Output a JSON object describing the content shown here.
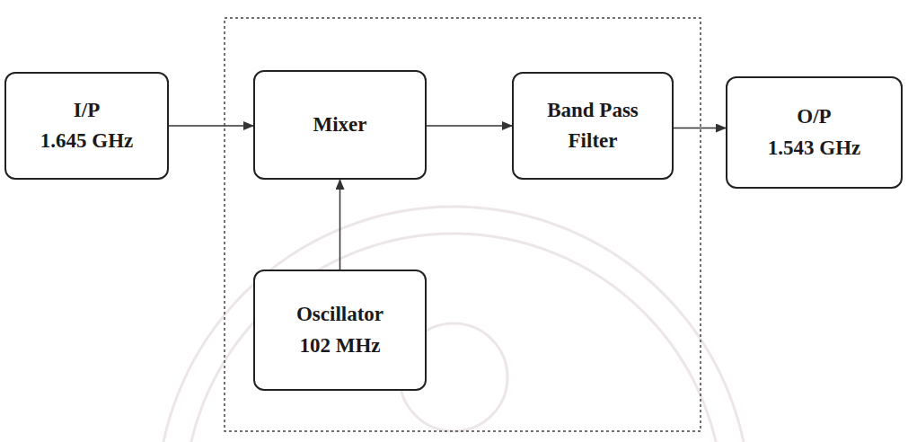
{
  "diagram": {
    "nodes": [
      {
        "text": [
          "I/P",
          "1.645 GHz"
        ]
      },
      {
        "text": [
          "Mixer"
        ]
      },
      {
        "text": [
          "Band Pass Filter"
        ]
      },
      {
        "text": [
          "O/P",
          "1.543 GHz"
        ]
      },
      {
        "text": [
          "Oscillator",
          "102 MHz"
        ]
      }
    ],
    "edges": [
      {
        "from": 0,
        "to": 1,
        "arrow": "to"
      },
      {
        "from": 1,
        "to": 2,
        "arrow": "to"
      },
      {
        "from": 2,
        "to": 3,
        "arrow": "to"
      },
      {
        "from": 4,
        "to": 1,
        "arrow": "to"
      }
    ]
  }
}
